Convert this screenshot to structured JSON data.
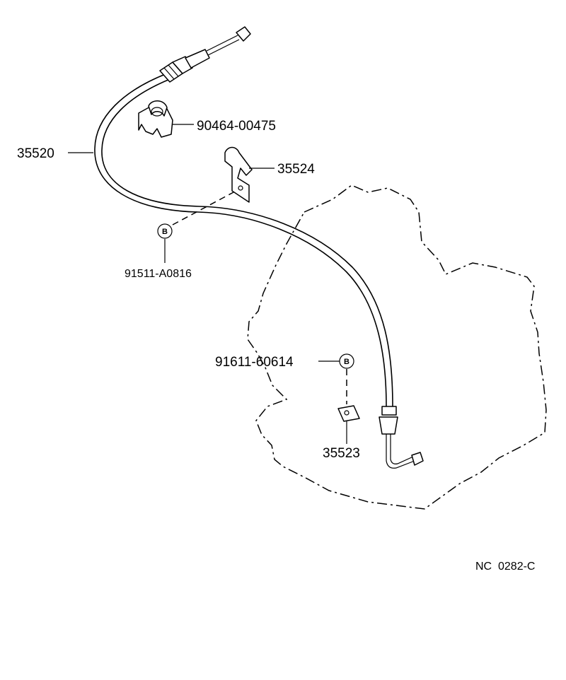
{
  "parts": {
    "cable": "35520",
    "clamp": "90464-00475",
    "upper_bracket": "35524",
    "upper_bolt": "91511-A0816",
    "lower_bolt": "91611-60614",
    "lower_bracket": "35523"
  },
  "bolt_marker_letter": "B",
  "diagram_code": "NC  0282-C"
}
